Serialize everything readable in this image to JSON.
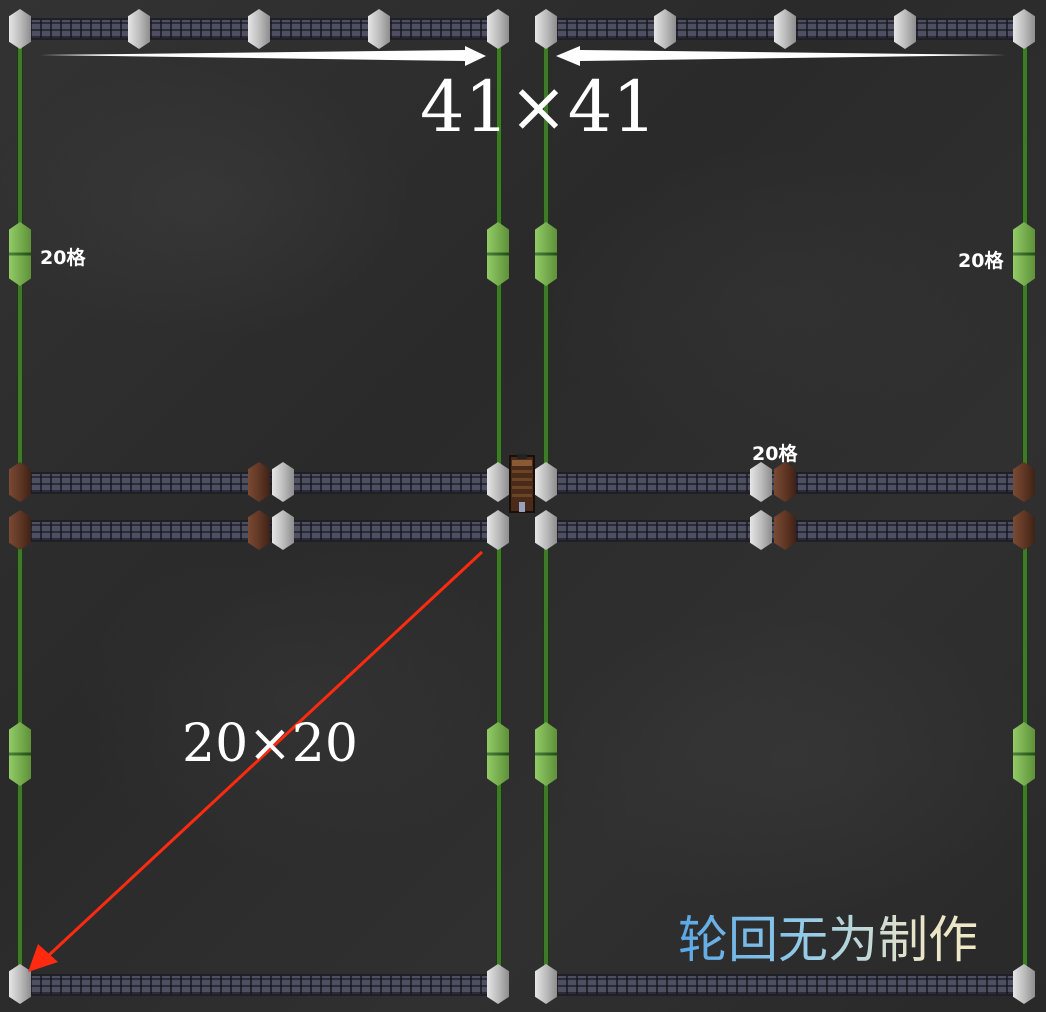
{
  "labels": {
    "big_size": "41×41",
    "small_size": "20×20",
    "cell_left": "20格",
    "cell_right": "20格",
    "cell_middle": "20格",
    "credit": "轮回无为制作"
  },
  "colors": {
    "ground": "#2e2e2e",
    "stone_wall": "#4e4f60",
    "green_wall": "#3f7a2a",
    "green_post": "#7fc24c",
    "white_post": "#cfcfcf",
    "wood_door": "#5b3322",
    "arrow_white": "#ffffff",
    "arrow_red": "#ff2a10"
  },
  "icons": [
    "stone-pillar-icon",
    "wooden-door-icon",
    "green-pillar-icon",
    "gate-icon",
    "white-arrow-icon",
    "red-arrow-icon"
  ]
}
